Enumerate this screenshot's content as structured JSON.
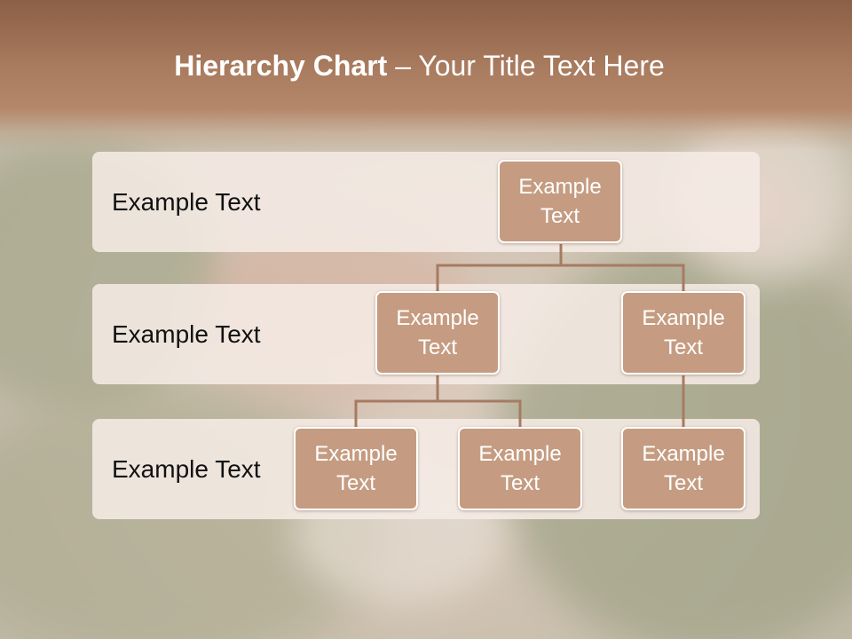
{
  "title": {
    "bold_part": "Hierarchy Chart",
    "separator": " – ",
    "rest": "Your Title Text Here"
  },
  "rows": [
    {
      "label": "Example Text"
    },
    {
      "label": "Example Text"
    },
    {
      "label": "Example Text"
    }
  ],
  "nodes": {
    "root": "Example Text",
    "l2_left": "Example Text",
    "l2_right": "Example Text",
    "l3_a": "Example Text",
    "l3_b": "Example Text",
    "l3_c": "Example Text"
  },
  "colors": {
    "node_fill": "#c59c81",
    "connector": "#a67b62",
    "header": "#a97b5f"
  }
}
